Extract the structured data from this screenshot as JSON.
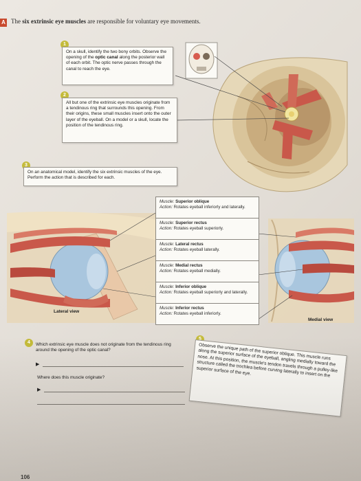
{
  "header": {
    "section_label": "A",
    "title_pre": "The ",
    "title_bold": "six extrinsic eye muscles",
    "title_post": " are responsible for voluntary eye movements."
  },
  "steps": {
    "s1": {
      "num": "1",
      "text": "On a skull, identify the two bony orbits. Observe the opening of the ",
      "bold": "optic canal",
      "text2": " along the posterior wall of each orbit. The optic nerve passes through the canal to reach the eye."
    },
    "s2": {
      "num": "2",
      "text": "All but one of the extrinsic eye muscles originate from a tendinous ring that surrounds this opening. From their origins, these small muscles insert onto the outer layer of the eyeball. On a model or a skull, locate the position of the tendinous ring."
    },
    "s3": {
      "num": "3",
      "text": "On an anatomical model, identify the six extrinsic muscles of the eye. Perform the action that is described for each."
    },
    "s4": {
      "num": "4",
      "question1": "Which extrinsic eye muscle does not originate from the tendinous ring around the opening of the optic canal?",
      "question2": "Where does this muscle originate?"
    },
    "s5": {
      "num": "5",
      "text": "Observe the unique path of the superior oblique. This muscle runs along the superior surface of the eyeball, angling medially toward the nose. At this position, the muscle's tendon travels through a pulley-like structure called the trochlea before curving laterally to insert on the superior surface of the eye."
    }
  },
  "muscle_labels": {
    "muscle": "Muscle:",
    "action": "Action:"
  },
  "muscles": [
    {
      "name": "Superior oblique",
      "action": "Rotates eyeball inferiorly and laterally."
    },
    {
      "name": "Superior rectus",
      "action": "Rotates eyeball superiorly."
    },
    {
      "name": "Lateral rectus",
      "action": "Rotates eyeball laterally."
    },
    {
      "name": "Medial rectus",
      "action": "Rotates eyeball medially."
    },
    {
      "name": "Inferior oblique",
      "action": "Rotates eyeball superiorly and laterally."
    },
    {
      "name": "Inferior rectus",
      "action": "Rotates eyeball inferiorly."
    }
  ],
  "captions": {
    "lateral": "Lateral view",
    "medial": "Medial view"
  },
  "page_number": "106",
  "colors": {
    "accent": "#c84a2e",
    "step_badge": "#c4bb3a",
    "muscle": "#c9584a",
    "eye": "#a9c6de"
  }
}
